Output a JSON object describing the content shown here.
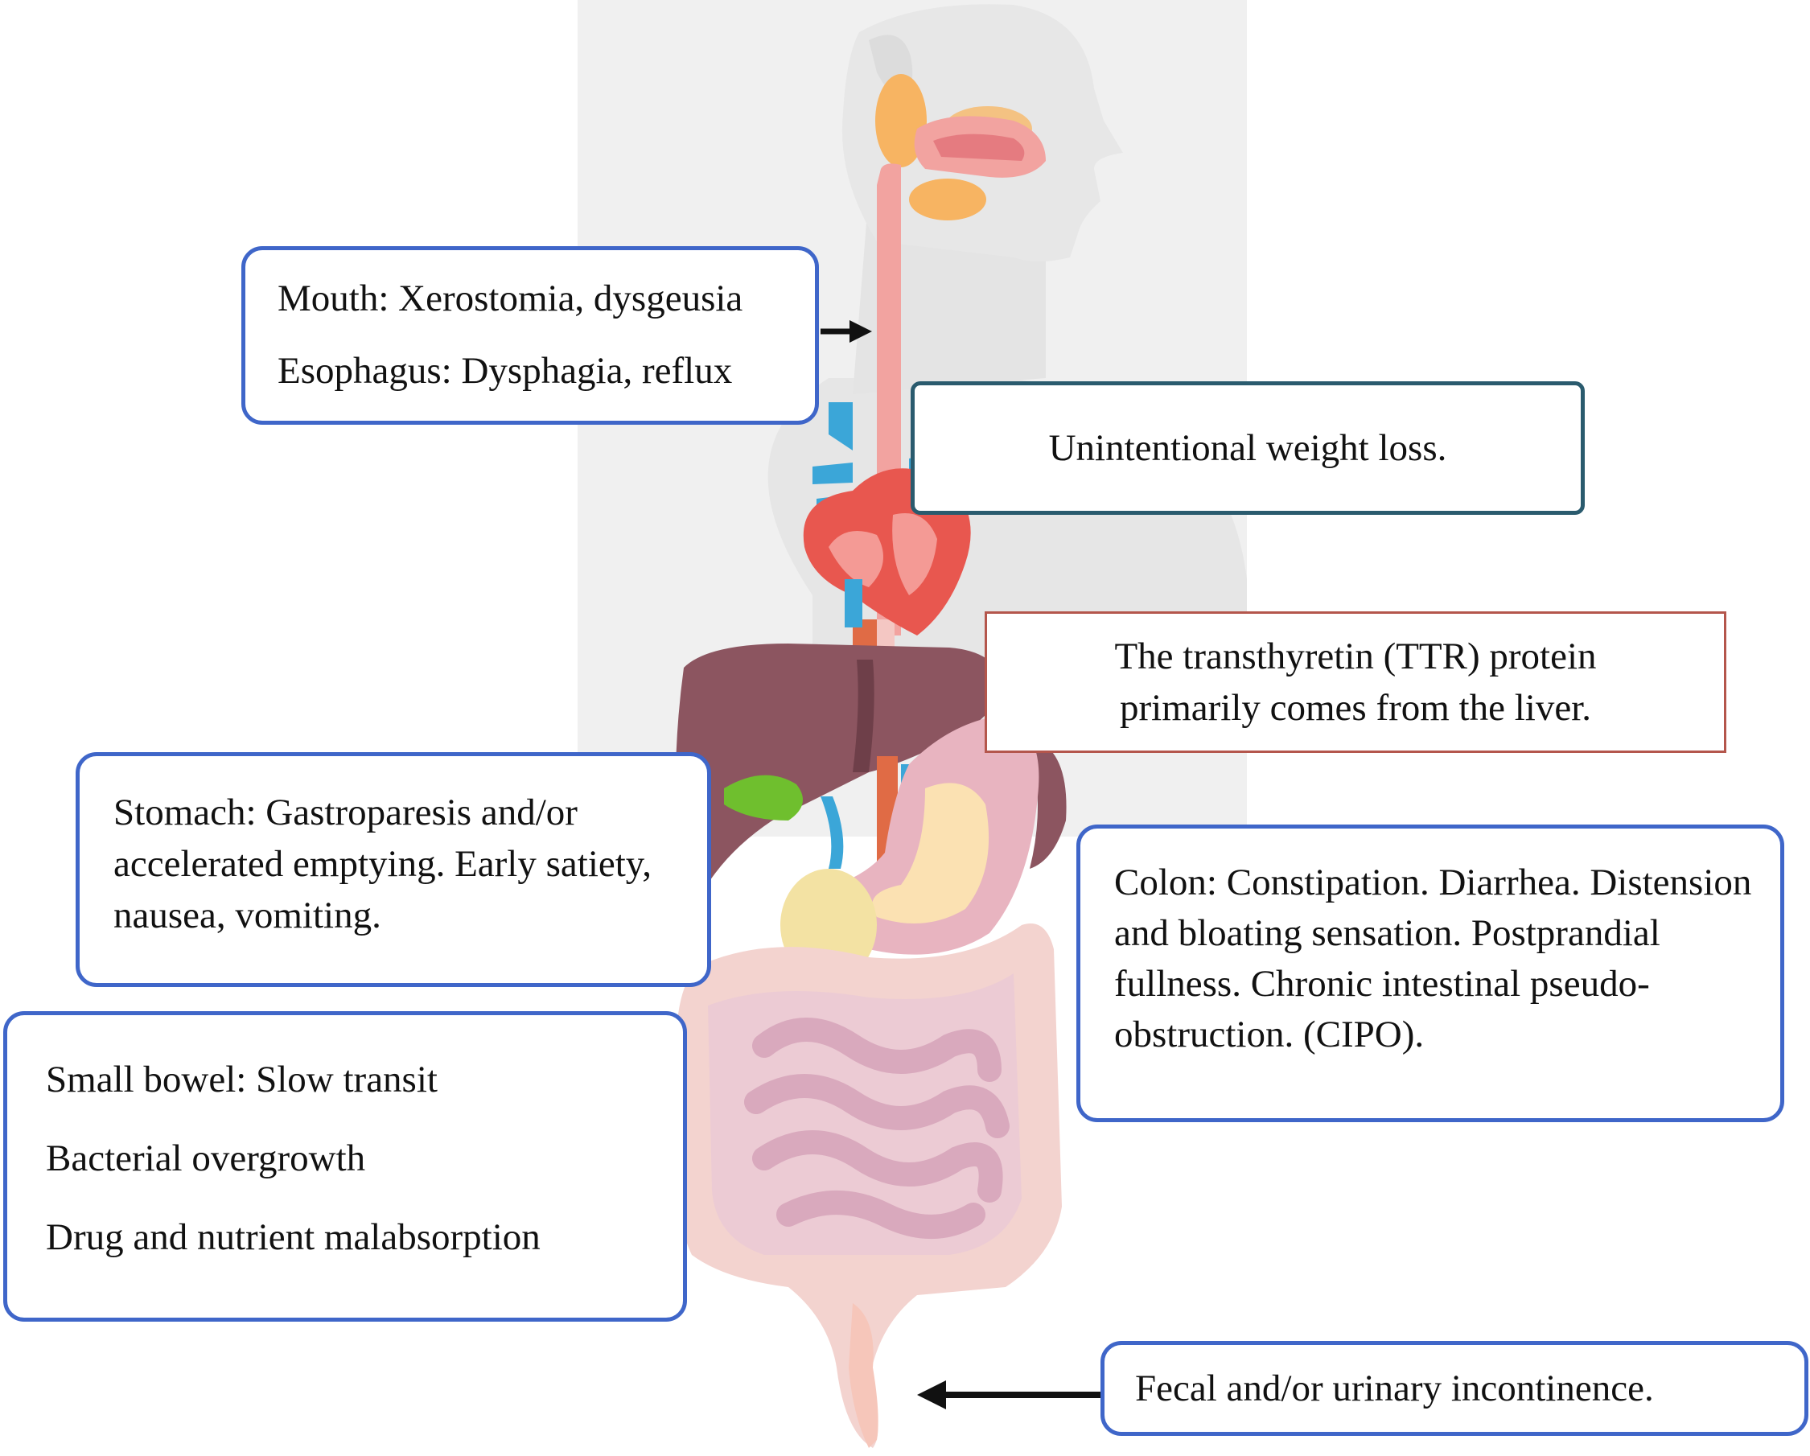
{
  "boxes": {
    "mouth": {
      "lines": [
        "Mouth: Xerostomia, dysgeusia",
        "Esophagus: Dysphagia, reflux"
      ]
    },
    "weight": {
      "text": "Unintentional weight loss."
    },
    "ttr": {
      "lines": [
        "The transthyretin (TTR) protein",
        "primarily comes from the liver."
      ]
    },
    "stomach": {
      "text": "Stomach: Gastroparesis and/or accelerated emptying. Early satiety, nausea, vomiting."
    },
    "colon": {
      "text": "Colon: Constipation. Diarrhea. Distension and bloating sensation. Postprandial fullness. Chronic intestinal pseudo-obstruction. (CIPO)."
    },
    "small_bowel": {
      "lines": [
        "Small bowel: Slow transit",
        "Bacterial overgrowth",
        "Drug and nutrient malabsorption"
      ]
    },
    "fecal": {
      "text": "Fecal and/or urinary incontinence."
    }
  },
  "colors": {
    "box_border_blue": "#3f66c9",
    "box_border_teal": "#2a5b6e",
    "box_border_red": "#b4564c",
    "body_silhouette": "#e8e8e8",
    "liver": "#8c5560",
    "stomach": "#e8b4c0",
    "intestine": "#e2b8c8",
    "colon": "#f3d3cf",
    "esophagus": "#f2a3a0",
    "heart": "#e8574f",
    "vessels_blue": "#3ba6d8",
    "salivary_glands": "#f7b462",
    "gallbladder": "#6fbf2e",
    "pancreas": "#f3e2a3"
  },
  "icons": [
    "arrow-right-icon",
    "arrow-left-icon"
  ]
}
